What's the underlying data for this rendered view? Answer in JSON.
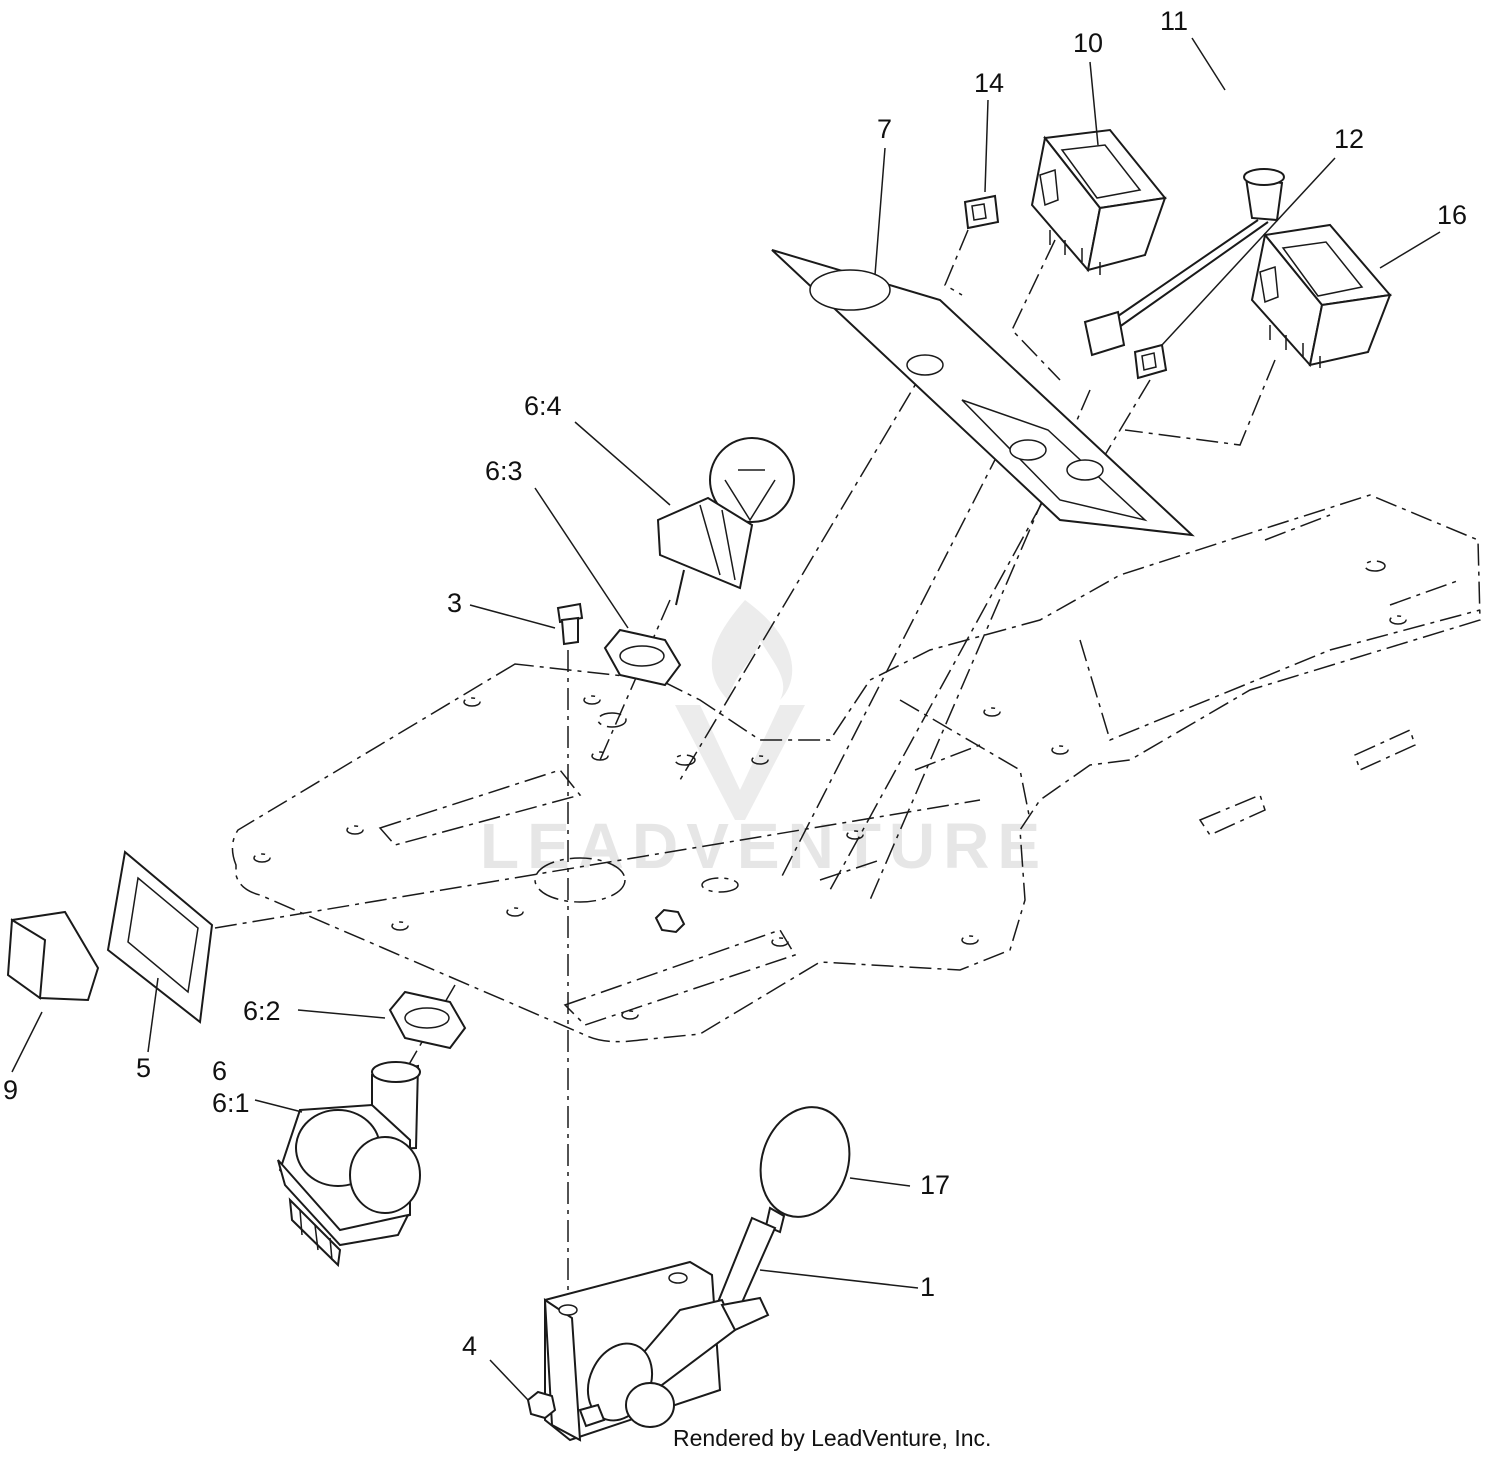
{
  "diagram": {
    "callouts": {
      "c1": "1",
      "c3": "3",
      "c4": "4",
      "c5": "5",
      "c6": "6",
      "c6_1": "6:1",
      "c6_2": "6:2",
      "c6_3": "6:3",
      "c6_4": "6:4",
      "c7": "7",
      "c9": "9",
      "c10": "10",
      "c11": "11",
      "c12": "12",
      "c14": "14",
      "c16": "16",
      "c17": "17"
    },
    "credit": "Rendered by LeadVenture, Inc.",
    "watermark": "LEADVENTURE"
  }
}
